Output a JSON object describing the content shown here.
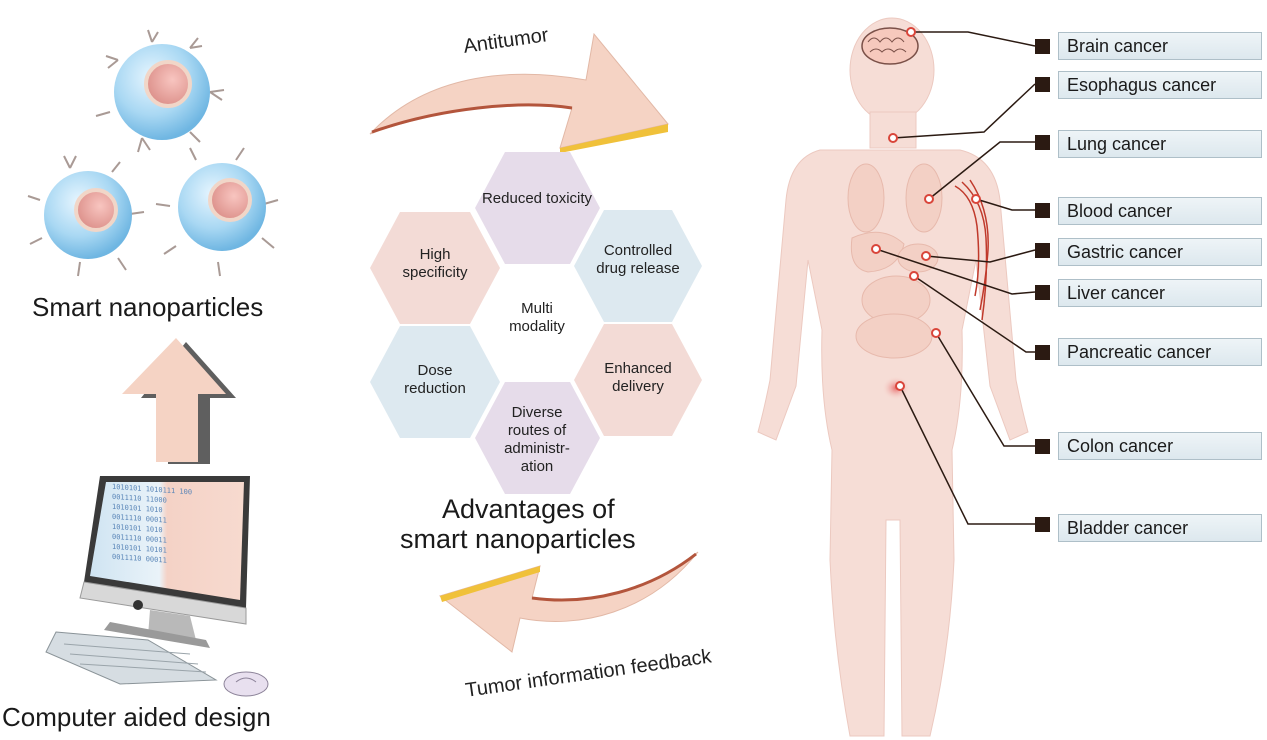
{
  "left": {
    "nanoparticles_label": "Smart nanoparticles",
    "computer_label": "Computer aided design",
    "screen_code": [
      "1010101 1010111 100",
      "0011110 11000",
      "1010101 1010",
      "0011110 00011",
      "1010101 1010",
      "0011110 00011",
      "1010101 10101",
      "0011110 00011"
    ]
  },
  "middle": {
    "top_arrow_label": "Antitumor",
    "bottom_arrow_label": "Tumor information feedback",
    "center_label": "Multi modality",
    "hexagons": [
      {
        "label": "Reduced toxicity",
        "color": "#e6dcea"
      },
      {
        "label": "Controlled drug release",
        "color": "#dde9f0"
      },
      {
        "label": "Enhanced delivery",
        "color": "#f3dbd6"
      },
      {
        "label": "Diverse routes of administr- ation",
        "color": "#e6dcea"
      },
      {
        "label": "Dose reduction",
        "color": "#dde9f0"
      },
      {
        "label": "High specificity",
        "color": "#f3dbd6"
      }
    ],
    "title_line1": "Advantages of",
    "title_line2": "smart nanoparticles"
  },
  "right": {
    "cancers": [
      {
        "label": "Brain  cancer"
      },
      {
        "label": "Esophagus cancer"
      },
      {
        "label": "Lung cancer"
      },
      {
        "label": "Blood cancer"
      },
      {
        "label": "Gastric cancer"
      },
      {
        "label": "Liver cancer"
      },
      {
        "label": "Pancreatic cancer"
      },
      {
        "label": "Colon cancer"
      },
      {
        "label": "Bladder cancer"
      }
    ]
  },
  "colors": {
    "arrow_fill": "#f5d3c4",
    "arrow_edge": "#f0c13a",
    "body_fill": "#f6ddd6",
    "connector": "#2b1a12",
    "marker": "#d9453a"
  }
}
